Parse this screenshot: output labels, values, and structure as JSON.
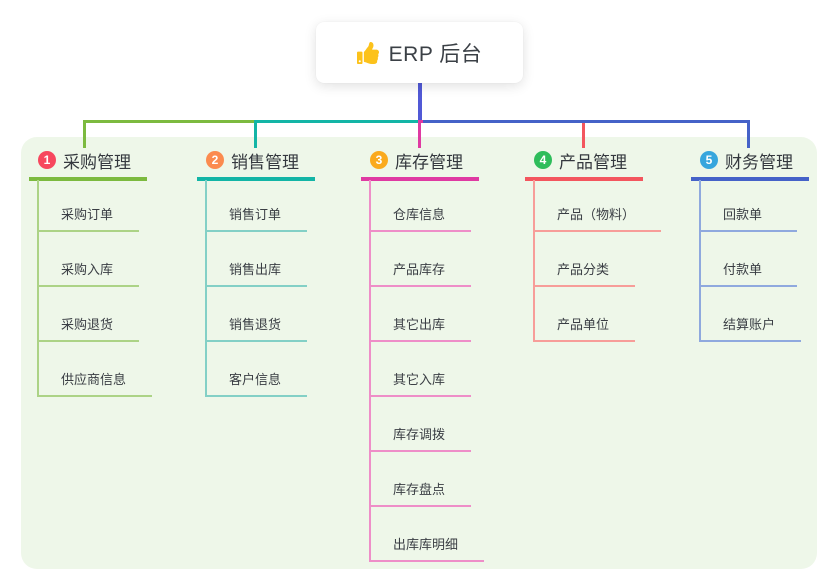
{
  "root": {
    "icon": "thumbs-up-icon",
    "label": "ERP 后台"
  },
  "branches": [
    {
      "index": "1",
      "label": "采购管理",
      "children": [
        "采购订单",
        "采购入库",
        "采购退货",
        "供应商信息"
      ],
      "line_color": "#7CBA3F",
      "child_line_color": "#ACD386",
      "badge_color": "#F7475E"
    },
    {
      "index": "2",
      "label": "销售管理",
      "children": [
        "销售订单",
        "销售出库",
        "销售退货",
        "客户信息"
      ],
      "line_color": "#13B5A6",
      "child_line_color": "#83D0C6",
      "badge_color": "#FB8B4F"
    },
    {
      "index": "3",
      "label": "库存管理",
      "children": [
        "仓库信息",
        "产品库存",
        "其它出库",
        "其它入库",
        "库存调拨",
        "库存盘点",
        "出库库明细"
      ],
      "line_color": "#DF3AA2",
      "child_line_color": "#EE8EC8",
      "badge_color": "#FAAA1E"
    },
    {
      "index": "4",
      "label": "产品管理",
      "children": [
        "产品（物料）",
        "产品分类",
        "产品单位"
      ],
      "line_color": "#F3565E",
      "child_line_color": "#F79D99",
      "badge_color": "#2EBD5B"
    },
    {
      "index": "5",
      "label": "财务管理",
      "children": [
        "回款单",
        "付款单",
        "结算账户"
      ],
      "line_color": "#4562C8",
      "child_line_color": "#8FA9DE",
      "badge_color": "#37A6DD"
    }
  ],
  "connector": {
    "root_drop_color": "#5159D6"
  },
  "canvas": {
    "background": "#FFFFFF",
    "panel_background": "#EEF7E9"
  }
}
